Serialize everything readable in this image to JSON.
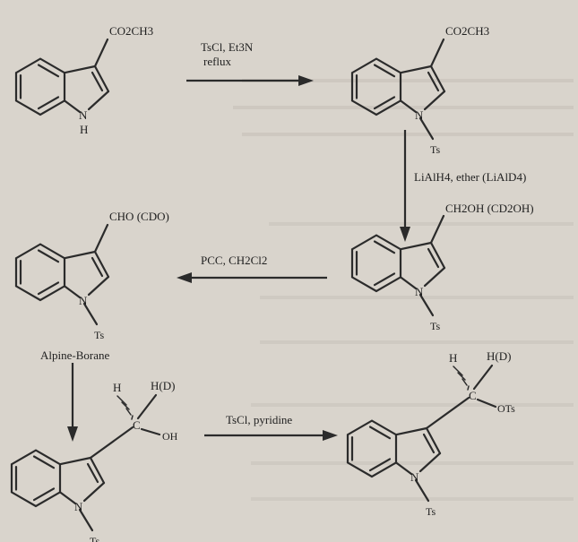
{
  "background_color": "#d9d4cc",
  "ink_color": "#2b2b2b",
  "compounds": {
    "c1": {
      "substituent": "CO2CH3",
      "nitrogen": "N",
      "n_hydrogen": "H"
    },
    "c2": {
      "substituent": "CO2CH3",
      "nitrogen": "N",
      "protecting_group": "Ts"
    },
    "c3": {
      "substituent": "CH2OH (CD2OH)",
      "nitrogen": "N",
      "protecting_group": "Ts"
    },
    "c4": {
      "substituent": "CHO (CDO)",
      "nitrogen": "N",
      "protecting_group": "Ts"
    },
    "c5": {
      "atom_h": "H",
      "atom_hd": "H(D)",
      "atom_c": "C",
      "atom_oh": "OH",
      "nitrogen": "N",
      "protecting_group": "Ts"
    },
    "c6": {
      "atom_h": "H",
      "atom_hd": "H(D)",
      "atom_c": "C",
      "atom_ots": "OTs",
      "nitrogen": "N",
      "protecting_group": "Ts"
    }
  },
  "reactions": {
    "r1": {
      "reagent": "TsCl, Et3N",
      "condition": "reflux"
    },
    "r2": {
      "reagent": "LiAlH4, ether (LiAlD4)"
    },
    "r3": {
      "reagent": "PCC, CH2Cl2"
    },
    "r4": {
      "reagent": "Alpine-Borane"
    },
    "r5": {
      "reagent": "TsCl, pyridine"
    }
  }
}
